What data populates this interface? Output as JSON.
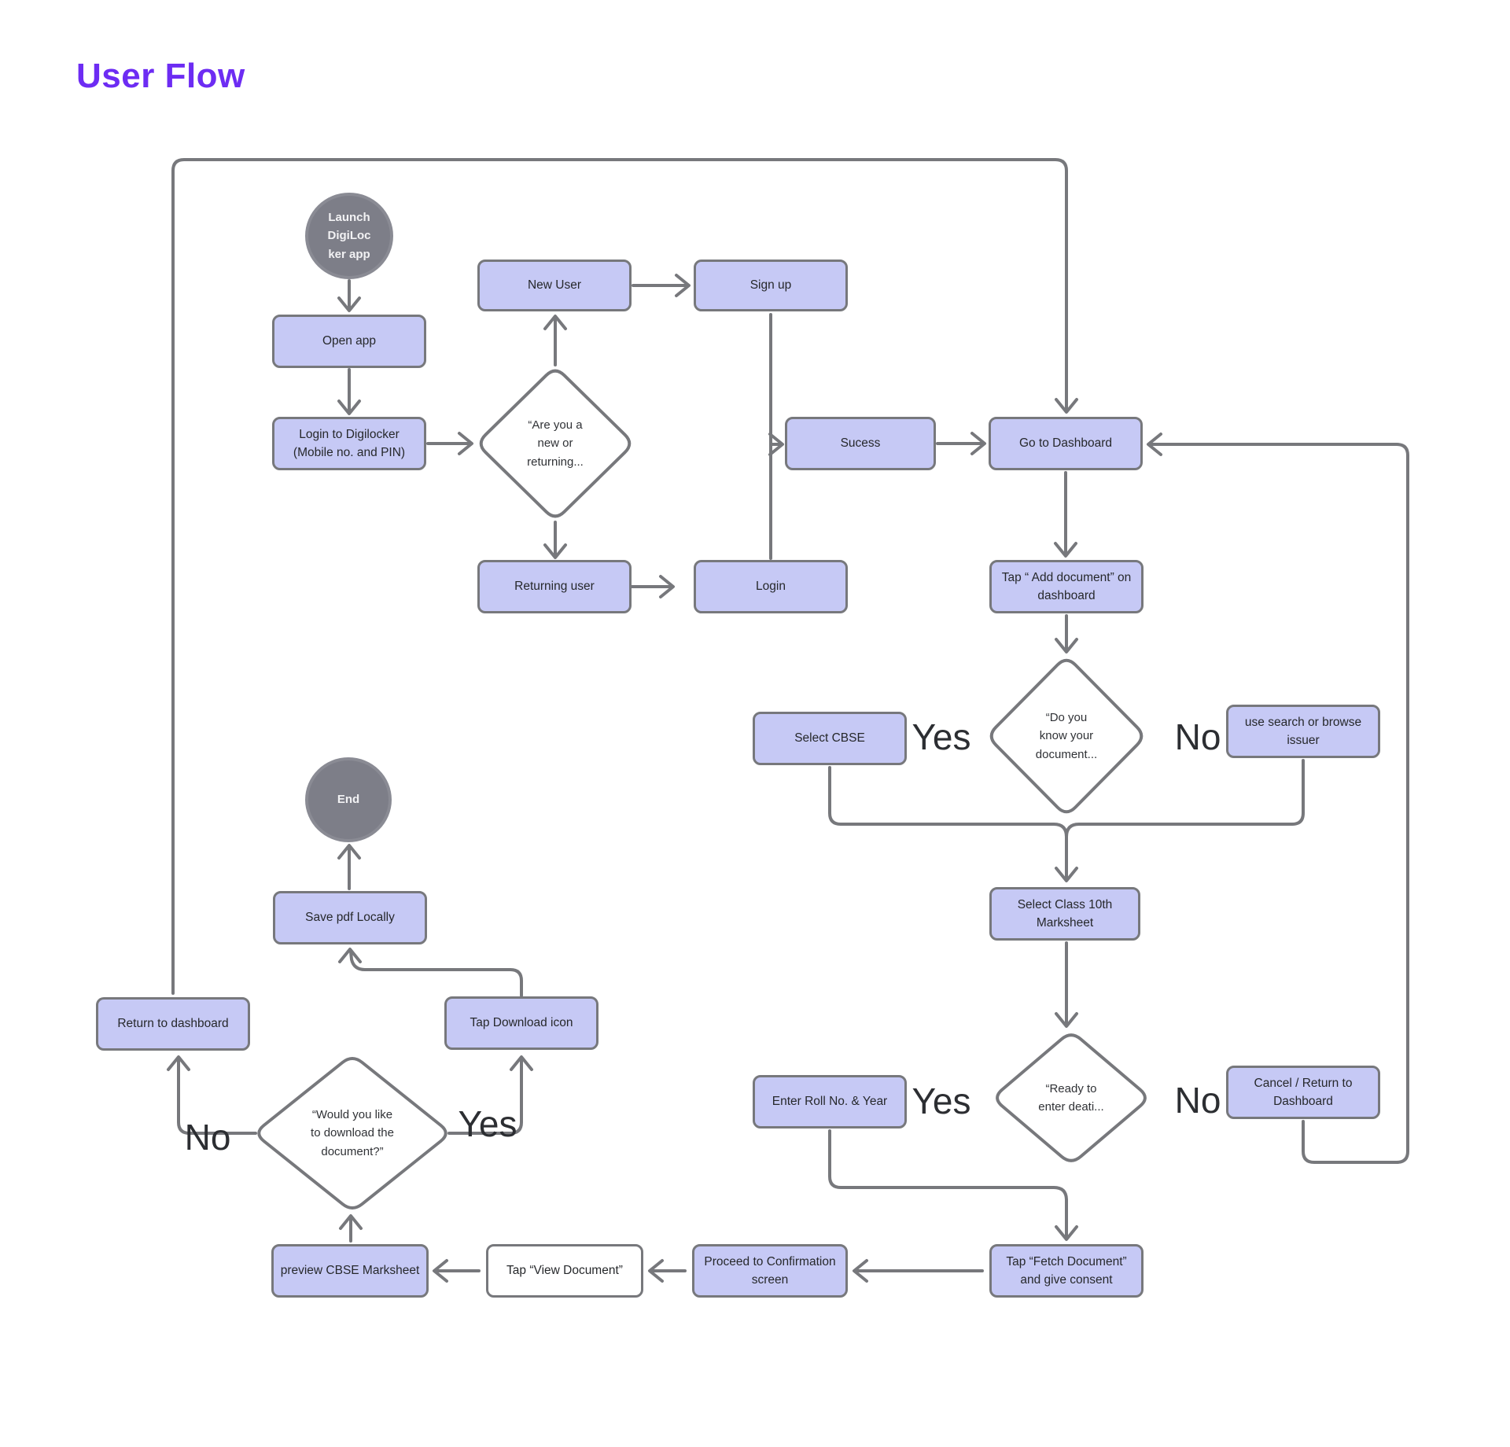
{
  "title": "User Flow",
  "branch_labels": {
    "yes": "Yes",
    "no": "No"
  },
  "colors": {
    "accent": "#6d2cf3",
    "node_fill": "#c6c9f5",
    "node_border": "#77787c",
    "connector": "#77787c",
    "terminal_fill": "#7d7e88",
    "background": "#ffffff"
  },
  "nodes": {
    "start": {
      "label": "Launch\nDigiLoc\nker app"
    },
    "open_app": {
      "label": "Open app"
    },
    "login_digilocker": {
      "label": "Login to Digilocker\n(Mobile no. and PIN)"
    },
    "decision_new_or_returning": {
      "label": "“Are you a\nnew or\nreturning..."
    },
    "new_user": {
      "label": "New User"
    },
    "sign_up": {
      "label": "Sign up"
    },
    "returning_user": {
      "label": "Returning user"
    },
    "login": {
      "label": "Login"
    },
    "sucess": {
      "label": "Sucess"
    },
    "go_dashboard": {
      "label": "Go to Dashboard"
    },
    "tap_add_document": {
      "label": "Tap “ Add document” on\ndashboard"
    },
    "decision_know_document": {
      "label": "“Do you\nknow your\ndocument..."
    },
    "select_cbse": {
      "label": "Select CBSE"
    },
    "search_issuer": {
      "label": "use search or browse\nissuer"
    },
    "select_class10": {
      "label": "Select Class 10th\nMarksheet"
    },
    "decision_ready_details": {
      "label": "“Ready to\nenter deati..."
    },
    "enter_roll": {
      "label": "Enter Roll No. & Year"
    },
    "cancel_return": {
      "label": "Cancel / Return to\nDashboard"
    },
    "tap_fetch": {
      "label": "Tap “Fetch Document”\nand give consent"
    },
    "proceed_confirmation": {
      "label": "Proceed to Confirmation\nscreen"
    },
    "view_document": {
      "label": "Tap “View Document”"
    },
    "preview_marksheet": {
      "label": "preview CBSE Marksheet"
    },
    "decision_download": {
      "label": "“Would you like\nto download the\ndocument?”"
    },
    "return_dashboard": {
      "label": "Return to dashboard"
    },
    "tap_download_icon": {
      "label": "Tap Download icon"
    },
    "save_pdf": {
      "label": "Save pdf Locally"
    },
    "end": {
      "label": "End"
    }
  }
}
